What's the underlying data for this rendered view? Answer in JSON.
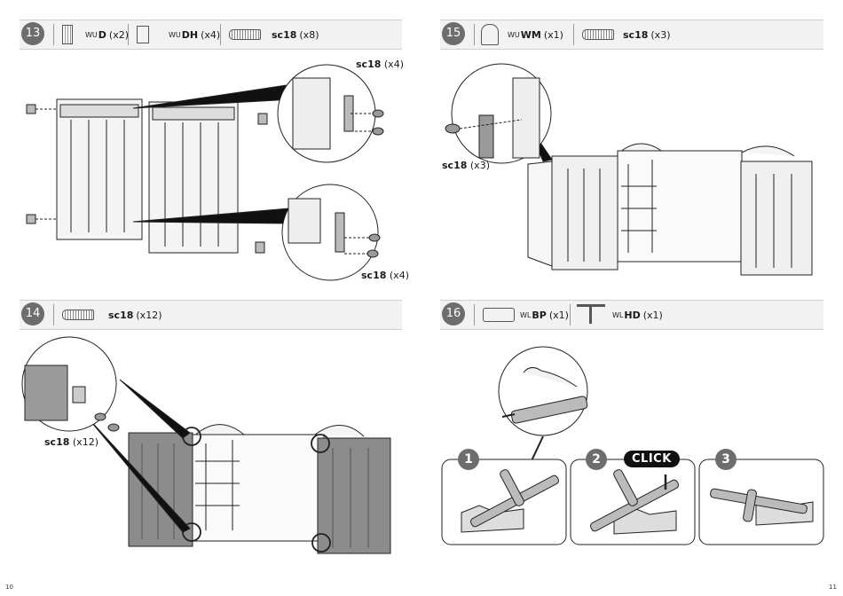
{
  "steps": {
    "s13": {
      "number": "13",
      "parts": [
        {
          "prefix": "WU",
          "code": "D",
          "qty": "(x2)",
          "icon": "panel-icon"
        },
        {
          "prefix": "WU",
          "code": "DH",
          "qty": "(x4)",
          "icon": "hinge-icon"
        },
        {
          "prefix": "",
          "code": "sc18",
          "qty": "(x8)",
          "icon": "screw-icon"
        }
      ],
      "callouts": [
        {
          "code": "sc18",
          "qty": "(x4)"
        },
        {
          "code": "sc18",
          "qty": "(x4)"
        }
      ]
    },
    "s14": {
      "number": "14",
      "parts": [
        {
          "prefix": "",
          "code": "sc18",
          "qty": "(x12)",
          "icon": "screw-icon"
        }
      ],
      "callouts": [
        {
          "code": "sc18",
          "qty": "(x12)"
        }
      ]
    },
    "s15": {
      "number": "15",
      "parts": [
        {
          "prefix": "WU",
          "code": "WM",
          "qty": "(x1)",
          "icon": "magnet-icon"
        },
        {
          "prefix": "",
          "code": "sc18",
          "qty": "(x3)",
          "icon": "screw-icon"
        }
      ],
      "callouts": [
        {
          "code": "sc18",
          "qty": "(x3)"
        }
      ]
    },
    "s16": {
      "number": "16",
      "parts": [
        {
          "prefix": "WL",
          "code": "BP",
          "qty": "(x1)",
          "icon": "bolt-plate-icon"
        },
        {
          "prefix": "WL",
          "code": "HD",
          "qty": "(x1)",
          "icon": "handle-icon"
        }
      ],
      "substeps": [
        "1",
        "2",
        "3"
      ],
      "click_label": "CLICK"
    }
  },
  "pages": {
    "left": "10",
    "right": "11"
  }
}
